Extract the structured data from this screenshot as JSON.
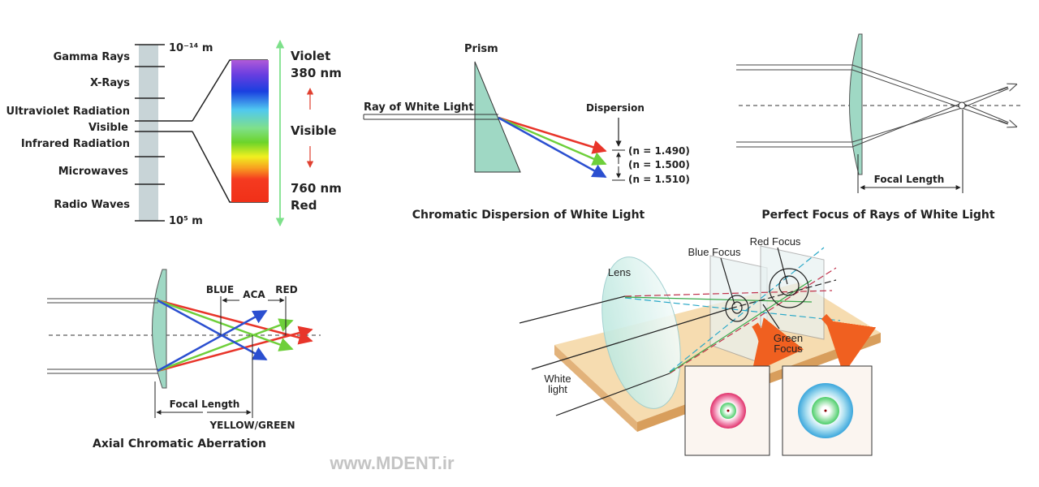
{
  "spectrum": {
    "bands": [
      "Gamma Rays",
      "X-Rays",
      "Ultraviolet Radiation",
      "Visible",
      "Infrared Radiation",
      "Microwaves",
      "Radio Waves"
    ],
    "top_scale": "10⁻¹⁴ m",
    "bottom_scale": "10⁵ m",
    "violet": "Violet",
    "violet_nm": "380 nm",
    "visible": "Visible",
    "red_nm": "760 nm",
    "red": "Red"
  },
  "dispersion": {
    "prism": "Prism",
    "ray": "Ray of White Light",
    "dispersion": "Dispersion",
    "indices": [
      "(n = 1.490)",
      "(n = 1.500)",
      "(n = 1.510)"
    ],
    "title": "Chromatic Dispersion of White Light"
  },
  "perfect_focus": {
    "focal_length": "Focal Length",
    "title": "Perfect Focus of Rays of White Light"
  },
  "axial": {
    "blue": "BLUE",
    "aca": "ACA",
    "red": "RED",
    "focal_length": "Focal Length",
    "yellow_green": "YELLOW/GREEN",
    "title": "Axial Chromatic Aberration"
  },
  "illustration": {
    "lens": "Lens",
    "blue_focus": "Blue Focus",
    "red_focus": "Red Focus",
    "green_focus_1": "Green",
    "green_focus_2": "Focus",
    "white_1": "White",
    "white_2": "light"
  },
  "watermark": "www.MDENT.ir",
  "colors": {
    "red": "#e8352a",
    "green": "#6ecf3a",
    "blue": "#2b4fd0",
    "lens": "#9fd8c4"
  }
}
